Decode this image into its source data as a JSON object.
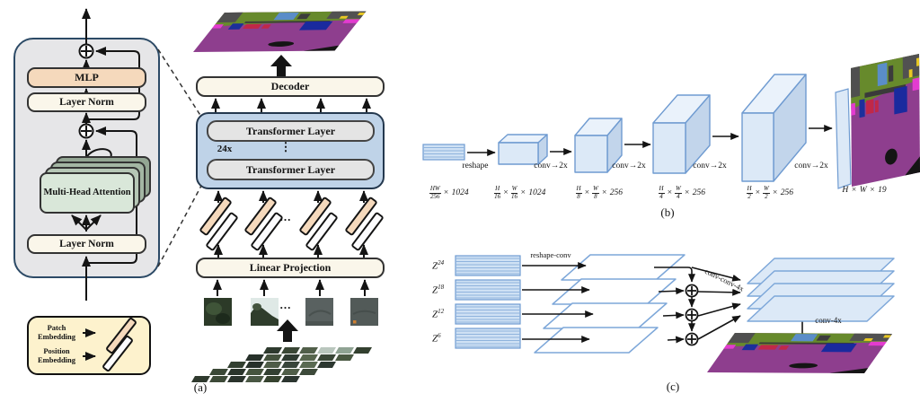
{
  "panel_a": {
    "label": "(a)",
    "encoder": {
      "mlp": "MLP",
      "layer_norm_top": "Layer Norm",
      "attention": "Multi-Head Attention",
      "layer_norm_bottom": "Layer Norm"
    },
    "legend": {
      "patch": "Patch Embedding",
      "position": "Position Embedding"
    },
    "decoder": "Decoder",
    "transformer_layer": "Transformer Layer",
    "repeat": "24x",
    "vdots": "⋮",
    "linear_projection": "Linear Projection",
    "hdots_embeddings": "...",
    "hdots_patches": "..."
  },
  "panel_b": {
    "label": "(b)",
    "reshape": "reshape",
    "conv_labels": [
      "conv→2x",
      "conv→2x",
      "conv→2x",
      "conv→2x"
    ],
    "dims": [
      "HW/256 × 1024",
      "H/16 × W/16 × 1024",
      "H/8 × W/8 × 256",
      "H/4 × W/4 × 256",
      "H/2 × W/2 × 256",
      "H × W × 19"
    ]
  },
  "panel_c": {
    "label": "(c)",
    "inputs": [
      {
        "base": "Z",
        "sup": "24"
      },
      {
        "base": "Z",
        "sup": "18"
      },
      {
        "base": "Z",
        "sup": "12"
      },
      {
        "base": "Z",
        "sup": "6"
      }
    ],
    "reshape_conv": "reshape-conv",
    "conv_conv_4x": "conv-conv-4x",
    "conv_4x": "conv-4x"
  },
  "colors": {
    "cream_box": "#faf6ea",
    "mlp_orange": "#f5d9bc",
    "attention_green": "#d9e7d9",
    "encoder_gray": "#e6e6e8",
    "encoder_border": "#2c4a66",
    "transformer_blue": "#bfd3e8",
    "layer_gray": "#e4e4e4",
    "legend_cream": "#fdf2cd",
    "tensor_fill": "#dce9f7",
    "tensor_border": "#6f9bd1",
    "seg_purple": "#8e3e8e",
    "seg_green": "#678a2c",
    "arrow": "#141414"
  }
}
